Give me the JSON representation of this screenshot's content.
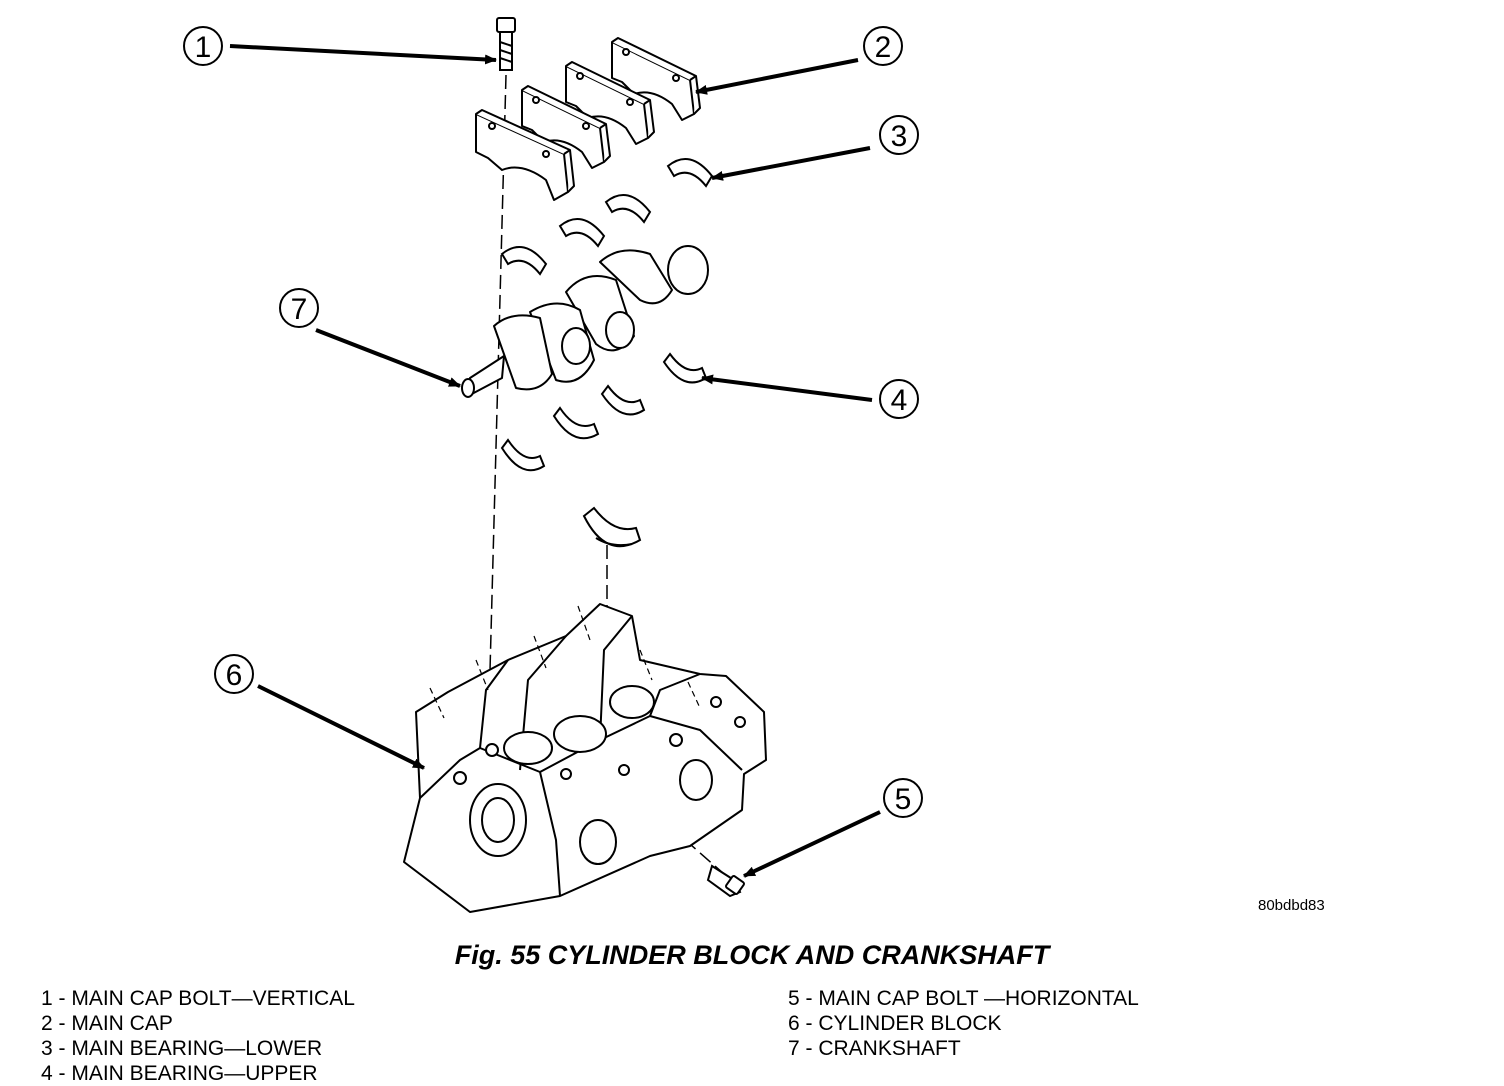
{
  "figure": {
    "caption": "Fig. 55 CYLINDER BLOCK AND CRANKSHAFT",
    "image_code": "80bdbd83"
  },
  "callouts": [
    "1",
    "2",
    "3",
    "4",
    "5",
    "6",
    "7"
  ],
  "legend": {
    "left": [
      "1 - MAIN CAP BOLT—VERTICAL",
      "2 - MAIN CAP",
      "3 - MAIN BEARING—LOWER",
      "4 - MAIN BEARING—UPPER"
    ],
    "right": [
      "5 - MAIN CAP BOLT —HORIZONTAL",
      "6 - CYLINDER BLOCK",
      "7 - CRANKSHAFT"
    ]
  }
}
